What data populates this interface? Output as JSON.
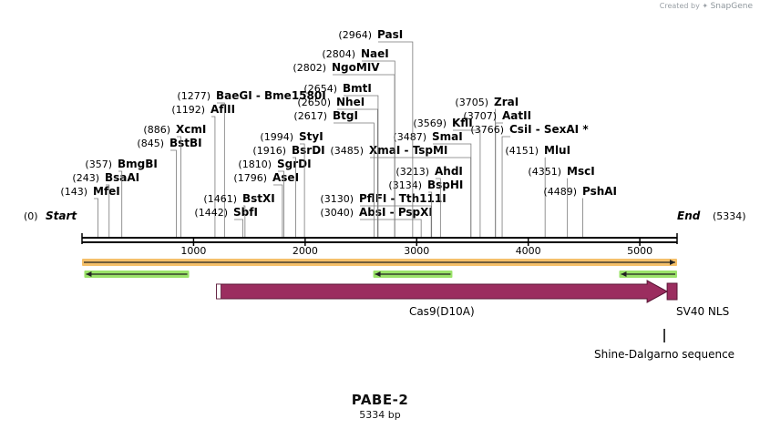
{
  "credit": {
    "created_by": "Created by",
    "brand": "SnapGene"
  },
  "plasmid": {
    "name": "PABE-2",
    "length_label": "5334 bp",
    "length": 5334
  },
  "ruler": {
    "start_label": "Start",
    "start_pos": "(0)",
    "end_label": "End",
    "end_pos": "(5334)",
    "ticks": [
      {
        "value": 1000,
        "label": "1000"
      },
      {
        "value": 2000,
        "label": "2000"
      },
      {
        "value": 3000,
        "label": "3000"
      },
      {
        "value": 4000,
        "label": "4000"
      },
      {
        "value": 5000,
        "label": "5000"
      }
    ]
  },
  "sites": [
    {
      "pos": 143,
      "pos_label": "(143)",
      "name": "MfeI"
    },
    {
      "pos": 243,
      "pos_label": "(243)",
      "name": "BsaAI"
    },
    {
      "pos": 357,
      "pos_label": "(357)",
      "name": "BmgBI"
    },
    {
      "pos": 845,
      "pos_label": "(845)",
      "name": "BstBI"
    },
    {
      "pos": 886,
      "pos_label": "(886)",
      "name": "XcmI"
    },
    {
      "pos": 1192,
      "pos_label": "(1192)",
      "name": "AflII"
    },
    {
      "pos": 1277,
      "pos_label": "(1277)",
      "name": "BaeGI  - Bme1580I"
    },
    {
      "pos": 1442,
      "pos_label": "(1442)",
      "name": "SbfI"
    },
    {
      "pos": 1461,
      "pos_label": "(1461)",
      "name": "BstXI"
    },
    {
      "pos": 1796,
      "pos_label": "(1796)",
      "name": "AseI"
    },
    {
      "pos": 1810,
      "pos_label": "(1810)",
      "name": "SgrDI"
    },
    {
      "pos": 1916,
      "pos_label": "(1916)",
      "name": "BsrDI"
    },
    {
      "pos": 1994,
      "pos_label": "(1994)",
      "name": "StyI"
    },
    {
      "pos": 3040,
      "pos_label": "(3040)",
      "name": "AbsI  - PspXI"
    },
    {
      "pos": 3130,
      "pos_label": "(3130)",
      "name": "PflFI  - Tth111I"
    },
    {
      "pos": 3134,
      "pos_label": "(3134)",
      "name": "BspHI"
    },
    {
      "pos": 3213,
      "pos_label": "(3213)",
      "name": "AhdI"
    },
    {
      "pos": 3485,
      "pos_label": "(3485)",
      "name": "XmaI  - TspMI"
    },
    {
      "pos": 3487,
      "pos_label": "(3487)",
      "name": "SmaI"
    },
    {
      "pos": 3569,
      "pos_label": "(3569)",
      "name": "KflI"
    },
    {
      "pos": 2617,
      "pos_label": "(2617)",
      "name": "BtgI"
    },
    {
      "pos": 2650,
      "pos_label": "(2650)",
      "name": "NheI"
    },
    {
      "pos": 2654,
      "pos_label": "(2654)",
      "name": "BmtI"
    },
    {
      "pos": 2802,
      "pos_label": "(2802)",
      "name": "NgoMIV"
    },
    {
      "pos": 2804,
      "pos_label": "(2804)",
      "name": "NaeI"
    },
    {
      "pos": 2964,
      "pos_label": "(2964)",
      "name": "PasI"
    },
    {
      "pos": 3705,
      "pos_label": "(3705)",
      "name": "ZraI"
    },
    {
      "pos": 3707,
      "pos_label": "(3707)",
      "name": "AatII"
    },
    {
      "pos": 3766,
      "pos_label": "(3766)",
      "name": "CsiI  - SexAI *"
    },
    {
      "pos": 4151,
      "pos_label": "(4151)",
      "name": "MluI"
    },
    {
      "pos": 4351,
      "pos_label": "(4351)",
      "name": "MscI"
    },
    {
      "pos": 4489,
      "pos_label": "(4489)",
      "name": "PshAI"
    }
  ],
  "features": [
    {
      "label": "Cas9(D10A)",
      "start": 1205,
      "end": 5245,
      "color": "#9b2d5f",
      "direction": "forward"
    },
    {
      "label": "SV40 NLS",
      "start": 5245,
      "end": 5334,
      "color": "#9b2d5f",
      "direction": "forward"
    },
    {
      "label": "Shine-Dalgarno sequence",
      "start": 5220,
      "end": 5232,
      "color": "#000000",
      "direction": "none"
    }
  ],
  "orf_bars": [
    {
      "start": 0,
      "end": 5334,
      "direction": "forward",
      "color": "#f5c06a"
    },
    {
      "start": 20,
      "end": 960,
      "direction": "reverse",
      "color": "#9be36a"
    },
    {
      "start": 2610,
      "end": 3320,
      "direction": "reverse",
      "color": "#9be36a"
    },
    {
      "start": 4815,
      "end": 5334,
      "direction": "reverse",
      "color": "#9be36a"
    }
  ],
  "colors": {
    "backbone": "#000000",
    "cas9": "#9b2d5f",
    "orf_forward": "#f5c06a",
    "orf_reverse": "#9be36a"
  }
}
